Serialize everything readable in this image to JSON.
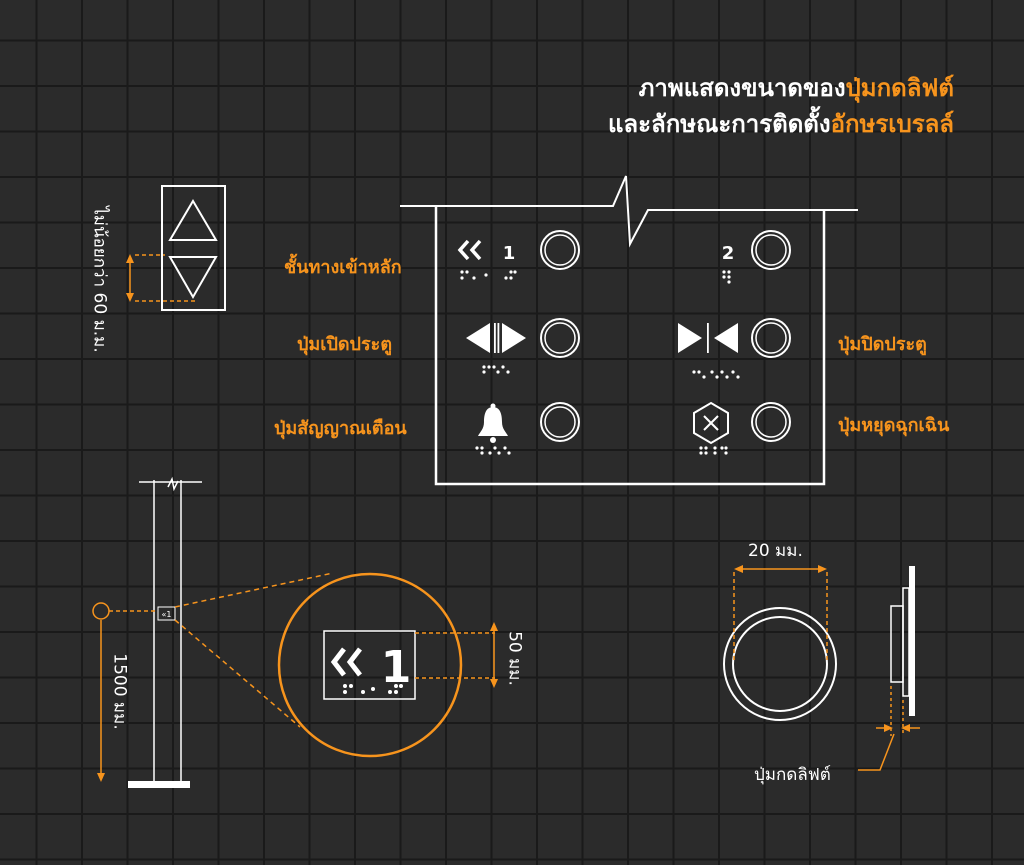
{
  "title": {
    "line1_plain": "ภาพแสดงขนาดของ",
    "line1_highlight": "ปุ่มกดลิฟต์",
    "line2_plain": "และลักษณะการติดตั้ง",
    "line2_highlight": "อักษรเบรลล์"
  },
  "labels": {
    "main_floor": "ชั้นทางเข้าหลัก",
    "door_open": "ปุ่มเปิดประตู",
    "alarm": "ปุ่มสัญญาณเตือน",
    "door_close": "ปุ่มปิดประตู",
    "emergency_stop": "ปุ่มหยุดฉุกเฉิน",
    "min_60": "ไม่น้อยกว่า 60 ม.ม.",
    "height_1500": "1500 มม.",
    "size_50": "50 มม.",
    "size_20": "20 มม.",
    "lift_button": "ปุ่มกดลิฟต์"
  },
  "panel": {
    "floor_1": "1",
    "floor_2": "2"
  },
  "zoom": {
    "floor": "1"
  },
  "colors": {
    "accent": "#f7941d",
    "line": "#ffffff",
    "background": "#2b2b2b",
    "grid": "#1a1a1a"
  },
  "icons": {
    "main_floor": "double-chevron-left-icon",
    "door_open": "door-open-arrows-icon",
    "door_close": "door-close-arrows-icon",
    "alarm": "bell-icon",
    "emergency_stop": "hexagon-x-icon",
    "call_up": "triangle-up-icon",
    "call_down": "triangle-down-icon"
  }
}
